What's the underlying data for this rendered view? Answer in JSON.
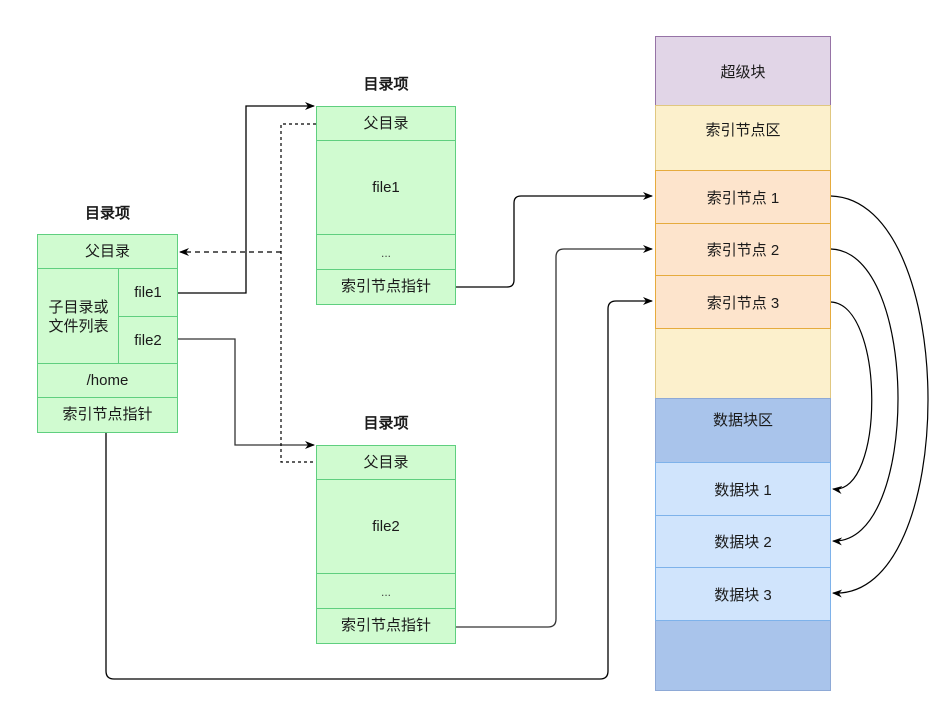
{
  "diagram": {
    "root_entry": {
      "title": "目录项",
      "parent": "父目录",
      "list_label": "子目录或\n文件列表",
      "files": [
        "file1",
        "file2"
      ],
      "name": "/home",
      "inode_ptr": "索引节点指针"
    },
    "entry_file1": {
      "title": "目录项",
      "parent": "父目录",
      "name": "file1",
      "ellipsis": "...",
      "inode_ptr": "索引节点指针"
    },
    "entry_file2": {
      "title": "目录项",
      "parent": "父目录",
      "name": "file2",
      "ellipsis": "...",
      "inode_ptr": "索引节点指针"
    },
    "disk": {
      "superblock": "超级块",
      "inode_area": "索引节点区",
      "inodes": [
        "索引节点 1",
        "索引节点 2",
        "索引节点 3"
      ],
      "data_area": "数据块区",
      "data_blocks": [
        "数据块 1",
        "数据块 2",
        "数据块 3"
      ]
    },
    "colors": {
      "entry_fill": "#d0fbd0",
      "entry_stroke": "#5fcf7f",
      "superblock_fill": "#e1d5e7",
      "superblock_stroke": "#9673a6",
      "inode_area_fill": "#fcf0cc",
      "inode_fill": "#fde4cc",
      "inode_stroke": "#e6ab3d",
      "data_area_fill": "#a9c4eb",
      "data_block_fill": "#d0e4fc",
      "data_block_stroke": "#7eb2ea"
    }
  }
}
